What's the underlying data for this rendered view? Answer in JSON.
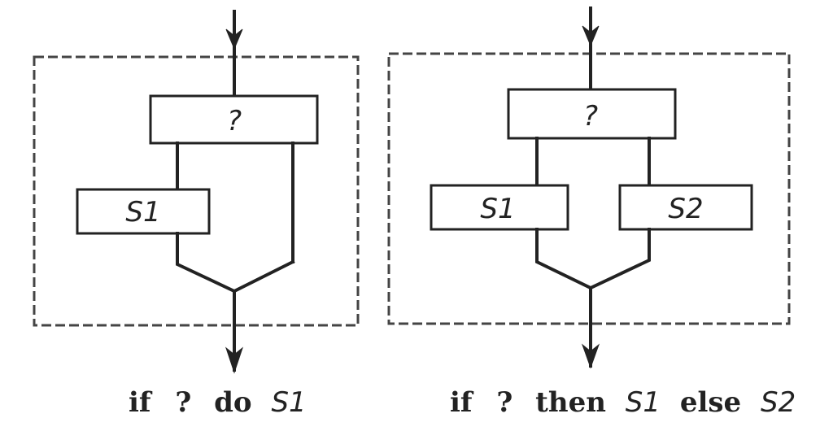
{
  "left_diagram": {
    "condition_label": "?",
    "statement_label": "S1",
    "caption": {
      "keyword_if": "if",
      "condition": "?",
      "keyword_do": "do",
      "statement": "S1"
    }
  },
  "right_diagram": {
    "condition_label": "?",
    "statement1_label": "S1",
    "statement2_label": "S2",
    "caption": {
      "keyword_if": "if",
      "condition": "?",
      "keyword_then": "then",
      "statement1": "S1",
      "keyword_else": "else",
      "statement2": "S2"
    }
  }
}
